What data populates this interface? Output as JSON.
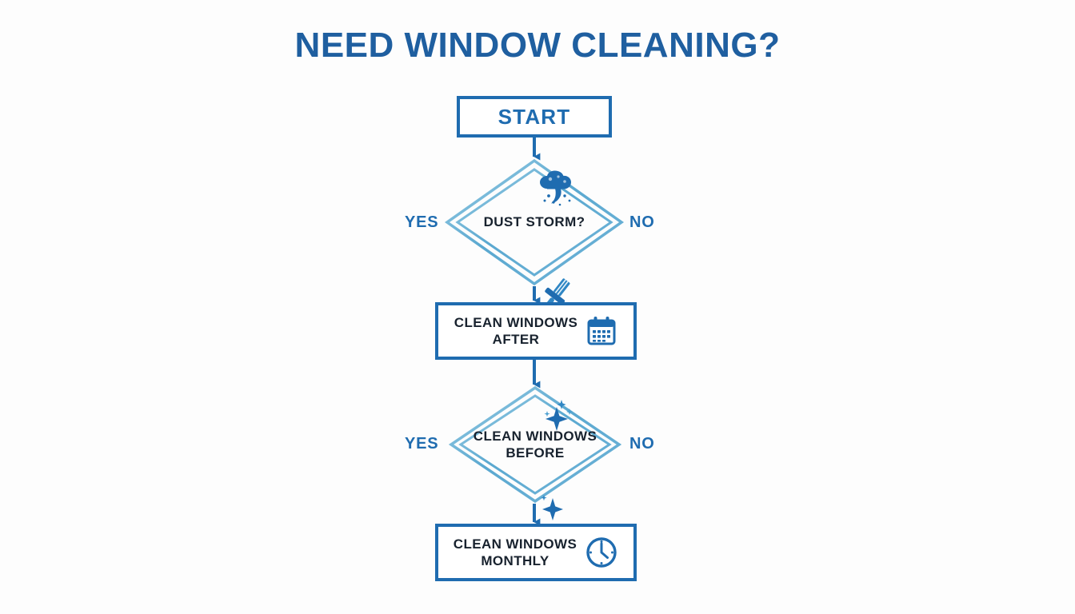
{
  "page": {
    "title": "NEED WINDOW CLEANING?",
    "background_color": "#fdfdfd"
  },
  "colors": {
    "accent_blue": "#1f6cb0",
    "title_blue": "#1f5fa0",
    "text_navy": "#18222e",
    "diamond_light": "#8fc4e0",
    "diamond_mid": "#5aa8d0",
    "icon_blue": "#1f6cb0"
  },
  "flowchart": {
    "type": "flowchart",
    "orientation": "top-to-bottom",
    "nodes": [
      {
        "id": "start",
        "shape": "process",
        "label": "START",
        "icon": null
      },
      {
        "id": "dust-storm",
        "shape": "decision",
        "label": "DUST STORM?",
        "icon_top": "dust-cloud-icon",
        "icon_bottom": "squeegee-icon",
        "branch_yes": "YES",
        "branch_no": "NO"
      },
      {
        "id": "clean-after",
        "shape": "process",
        "label": "CLEAN WINDOWS\nAFTER",
        "icon": "calendar-icon"
      },
      {
        "id": "clean-before",
        "shape": "decision",
        "label": "CLEAN WINDOWS\nBEFORE",
        "icon_top": "sparkle-cluster-icon",
        "icon_bottom": "sparkle-icon",
        "branch_yes": "YES",
        "branch_no": "NO"
      },
      {
        "id": "clean-monthly",
        "shape": "process",
        "label": "CLEAN WINDOWS\nMONTHLY",
        "icon": "clock-icon"
      }
    ],
    "edges": [
      {
        "from": "start",
        "to": "dust-storm",
        "label": ""
      },
      {
        "from": "dust-storm",
        "to": "clean-after",
        "label": ""
      },
      {
        "from": "clean-after",
        "to": "clean-before",
        "label": ""
      },
      {
        "from": "clean-before",
        "to": "clean-monthly",
        "label": ""
      }
    ]
  }
}
